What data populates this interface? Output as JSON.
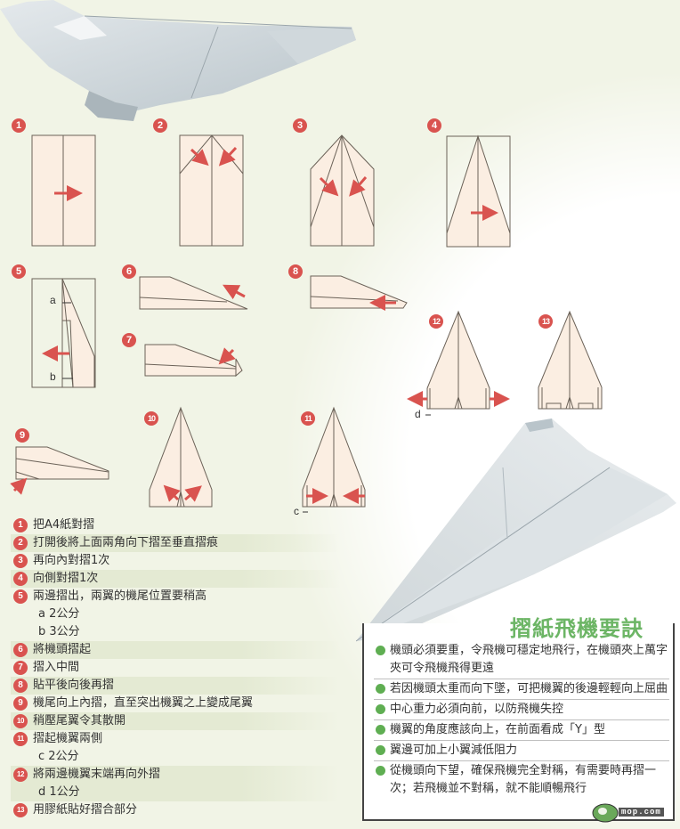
{
  "colors": {
    "background": "#f1f4e6",
    "paper_fill": "#fbeee2",
    "fold_line": "#6b6258",
    "arrow": "#d9534f",
    "badge": "#d9534f",
    "tip_bullet": "#5fae52",
    "tips_title": "#6cb565"
  },
  "diagrams": {
    "badges": [
      "1",
      "2",
      "3",
      "4",
      "5",
      "6",
      "7",
      "8",
      "9",
      "10",
      "11",
      "12",
      "13"
    ],
    "labels": {
      "a": "a",
      "b": "b",
      "c": "c",
      "d": "d"
    }
  },
  "steps": [
    {
      "num": "1",
      "text": "把A4紙對摺",
      "shaded": false
    },
    {
      "num": "2",
      "text": "打開後將上面兩角向下摺至垂直摺痕",
      "shaded": true
    },
    {
      "num": "3",
      "text": "再向內對摺1次",
      "shaded": false
    },
    {
      "num": "4",
      "text": "向側對摺1次",
      "shaded": true
    },
    {
      "num": "5",
      "text": "兩邊摺出，兩翼的機尾位置要稍高",
      "shaded": false,
      "sub": [
        "a 2公分",
        "b 3公分"
      ]
    },
    {
      "num": "6",
      "text": "將機頭摺起",
      "shaded": true
    },
    {
      "num": "7",
      "text": "摺入中間",
      "shaded": false
    },
    {
      "num": "8",
      "text": "貼平後向後再摺",
      "shaded": true
    },
    {
      "num": "9",
      "text": "機尾向上內摺，直至突出機翼之上變成尾翼",
      "shaded": false
    },
    {
      "num": "10",
      "text": "稍壓尾翼令其散開",
      "shaded": true
    },
    {
      "num": "11",
      "text": "摺起機翼兩側",
      "shaded": false,
      "sub": [
        "c  2公分"
      ]
    },
    {
      "num": "12",
      "text": "將兩邊機翼末端再向外摺",
      "shaded": true,
      "sub": [
        "d 1公分"
      ]
    },
    {
      "num": "13",
      "text": "用膠紙貼好摺合部分",
      "shaded": false
    }
  ],
  "tips": {
    "title": "摺紙飛機要訣",
    "items": [
      "機頭必須要重，令飛機可穩定地飛行，在機頭夾上萬字夾可令飛機飛得更遠",
      "若因機頭太重而向下墜，可把機翼的後邊輕輕向上屈曲",
      "中心重力必須向前，以防飛機失控",
      "機翼的角度應該向上，在前面看成「Y」型",
      "翼邊可加上小翼減低阻力",
      "從機頭向下望，確保飛機完全對稱，有需要時再摺一次；若飛機並不對稱，就不能順暢飛行"
    ]
  },
  "watermark": {
    "logo_text": "mop.com"
  }
}
